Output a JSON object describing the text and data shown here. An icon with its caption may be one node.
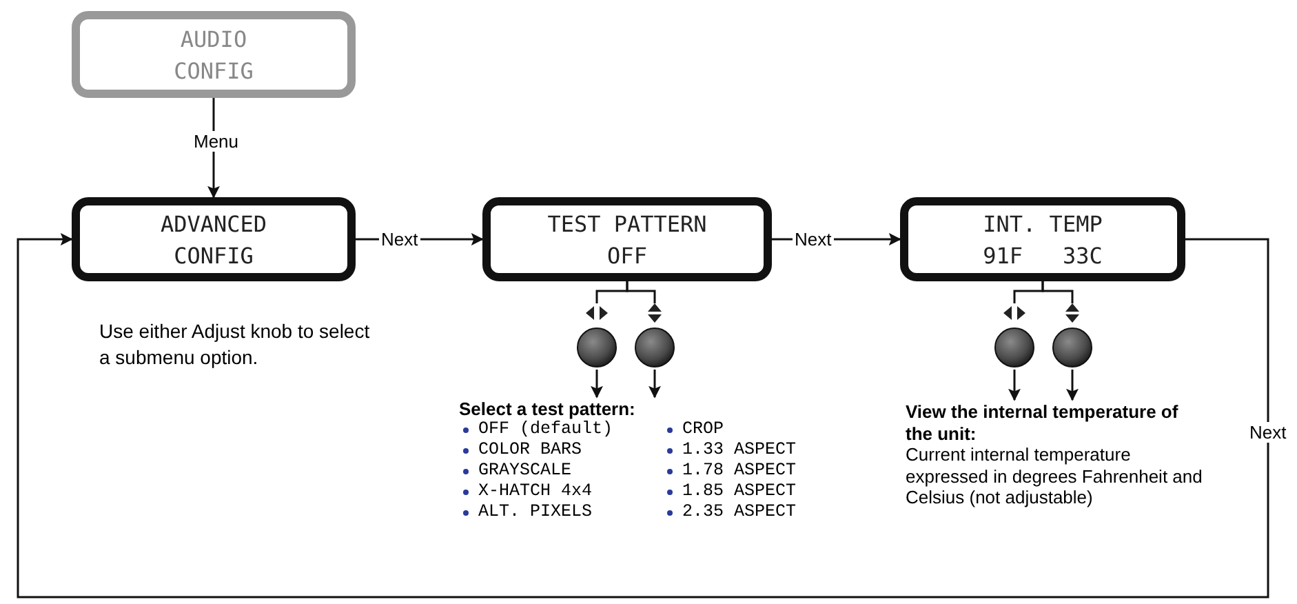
{
  "diagram": {
    "nodes": [
      {
        "text": [
          "AUDIO",
          "CONFIG"
        ]
      },
      {
        "text": [
          "ADVANCED",
          "CONFIG"
        ]
      },
      {
        "text": [
          "TEST PATTERN",
          "OFF"
        ]
      },
      {
        "text": [
          "INT. TEMP",
          "91F   33C"
        ]
      },
      {
        "text": [],
        "shape": "circle"
      },
      {
        "text": [],
        "shape": "circle"
      },
      {
        "text": [],
        "shape": "circle"
      },
      {
        "text": [],
        "shape": "circle"
      },
      {
        "text": [
          "Select a test pattern:",
          "OFF (default)",
          "COLOR BARS",
          "GRAYSCALE",
          "X-HATCH 4x4",
          "ALT. PIXELS",
          "CROP",
          "1.33 ASPECT",
          "1.78 ASPECT",
          "1.85 ASPECT",
          "2.35 ASPECT"
        ]
      },
      {
        "text": [
          "View the internal temperature of the unit:",
          "Current internal temperature expressed in degrees Fahrenheit and Celsius (not adjustable)"
        ]
      }
    ],
    "edges": [
      {
        "from": 0,
        "to": 1,
        "arrow": "to",
        "label": "Menu"
      },
      {
        "from": 1,
        "to": 2,
        "arrow": "to",
        "label": "Next"
      },
      {
        "from": 2,
        "to": 3,
        "arrow": "to",
        "label": "Next"
      },
      {
        "from": 3,
        "to": 1,
        "arrow": "to",
        "label": "Next"
      },
      {
        "from": 2,
        "to": 4,
        "arrow": "none"
      },
      {
        "from": 2,
        "to": 5,
        "arrow": "none"
      },
      {
        "from": 3,
        "to": 6,
        "arrow": "none"
      },
      {
        "from": 3,
        "to": 7,
        "arrow": "none"
      },
      {
        "from": 4,
        "to": 8,
        "arrow": "to"
      },
      {
        "from": 5,
        "to": 8,
        "arrow": "to"
      },
      {
        "from": 6,
        "to": 9,
        "arrow": "to"
      },
      {
        "from": 7,
        "to": 9,
        "arrow": "to"
      }
    ],
    "labels": [
      "Use either Adjust knob to select a submenu option."
    ]
  }
}
